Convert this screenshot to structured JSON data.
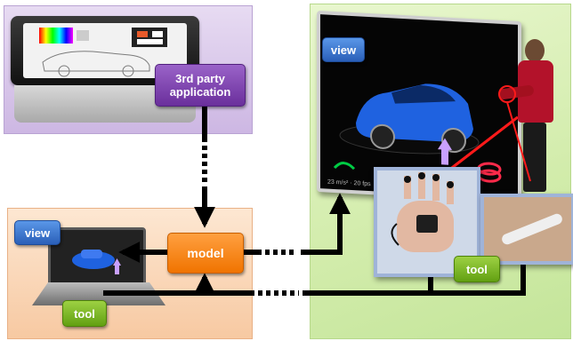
{
  "labels": {
    "third_party": "3rd party\napplication",
    "view_right": "view",
    "view_left": "view",
    "model": "model",
    "tool_left": "tool",
    "tool_right": "tool"
  },
  "display_readout": "23 m/s² · 20 fps",
  "colors": {
    "third_party_label": "#6a2f9c",
    "view_label": "#2a5fb8",
    "model_label": "#f07400",
    "tool_label": "#62a012",
    "top_left_panel": "#cdb7e3",
    "bottom_left_panel": "#f7c9a2",
    "right_panel": "#d2ecab",
    "car": "#1f62e0",
    "connector": "#000000",
    "laser_pointer": "#ff1a1a"
  },
  "icons": [
    "tabletop-display-icon",
    "laptop-icon",
    "car-icon",
    "data-glove-icon",
    "tracked-pen-icon",
    "user-figure-icon"
  ]
}
